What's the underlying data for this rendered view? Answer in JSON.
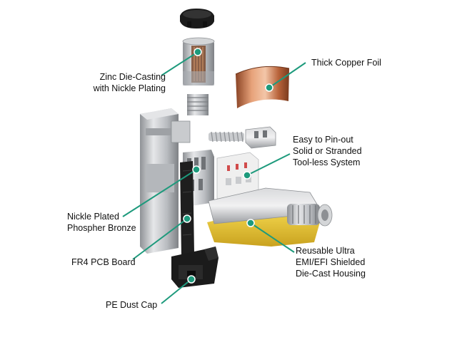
{
  "colors": {
    "leader": "#1d9a7c",
    "dot": "#1d9a7c",
    "metal": "#c4c6c9",
    "metal_dark": "#8d9094",
    "copper": "#c2744a",
    "yellow_boot": "#e7c63a",
    "black_part": "#1b1b1b",
    "pcb": "#1e1e1e"
  },
  "labels": {
    "zinc": [
      "Zinc Die-Casting",
      "with Nickle Plating"
    ],
    "copper_foil": [
      "Thick Copper Foil"
    ],
    "pinout": [
      "Easy to Pin-out",
      "Solid or Stranded",
      "Tool-less System"
    ],
    "phosphor": [
      "Nickle Plated",
      "Phospher Bronze"
    ],
    "pcb": [
      "FR4 PCB Board"
    ],
    "housing": [
      "Reusable Ultra",
      "EMI/EFI Shielded",
      "Die-Cast Housing"
    ],
    "dust_cap": [
      "PE Dust Cap"
    ]
  },
  "icons": [
    "callout-dot-icon"
  ]
}
